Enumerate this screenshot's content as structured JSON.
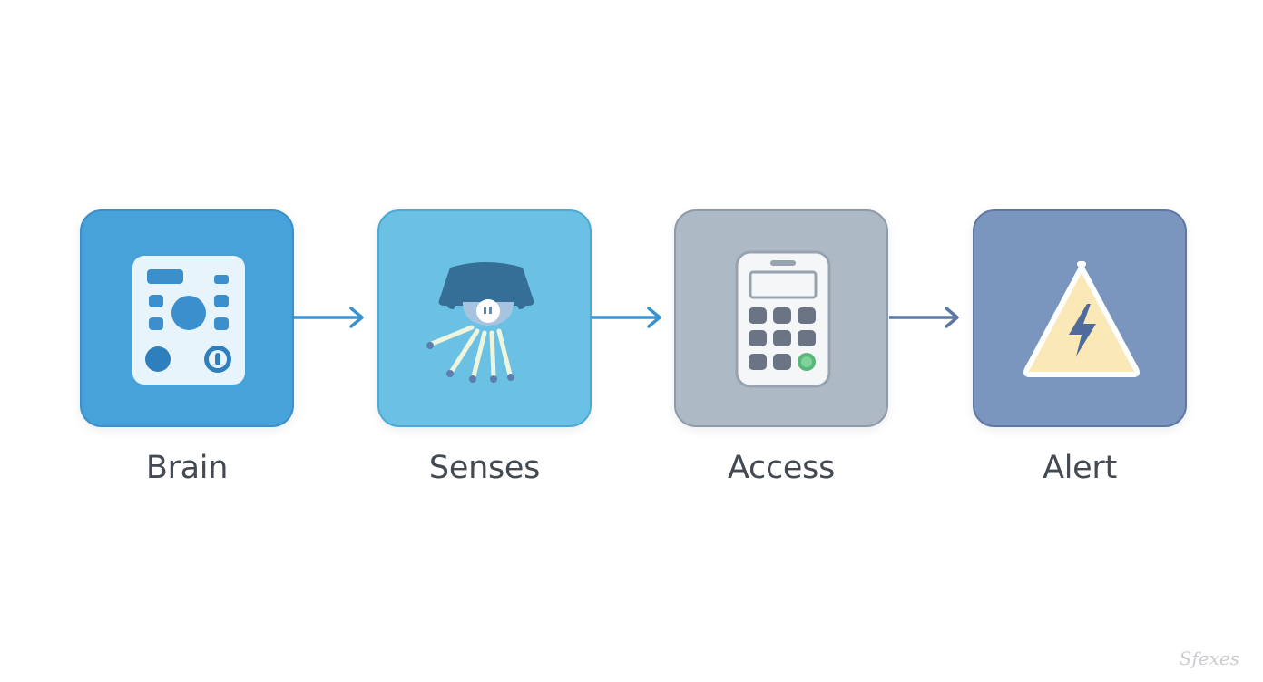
{
  "steps": [
    {
      "label": "Brain",
      "icon": "control-panel-icon",
      "fill": "#47A2DA",
      "border": "#3A8FCC"
    },
    {
      "label": "Senses",
      "icon": "sensor-device-icon",
      "fill": "#6BC1E3",
      "border": "#4DAAD6"
    },
    {
      "label": "Access",
      "icon": "keypad-icon",
      "fill": "#AEB9C6",
      "border": "#8F9AAA"
    },
    {
      "label": "Alert",
      "icon": "warning-triangle-icon",
      "fill": "#7B96BE",
      "border": "#6078A4"
    }
  ],
  "connectors": [
    {
      "color": "#3A93CF"
    },
    {
      "color": "#3A93CF"
    },
    {
      "color": "#5E76A2"
    }
  ],
  "watermark": "Sfexes"
}
